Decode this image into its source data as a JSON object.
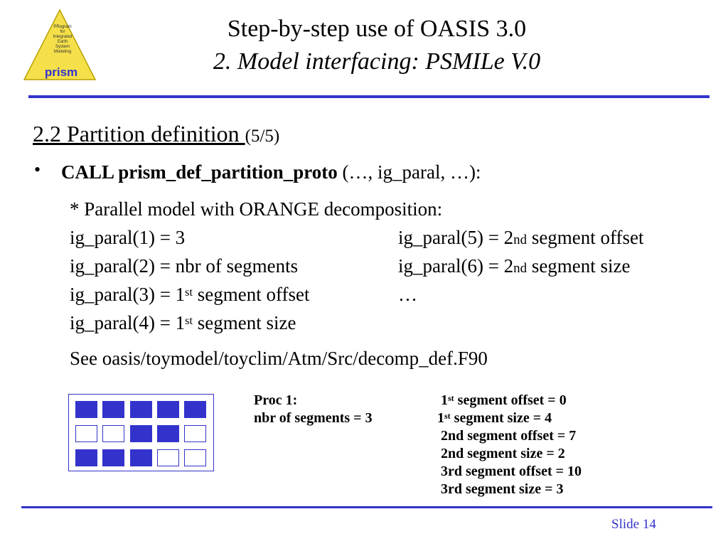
{
  "logo": {
    "label": "prism",
    "lines": [
      "PRogram",
      "for",
      "Integrated",
      "Earth",
      "System",
      "Modeling"
    ]
  },
  "header": {
    "title": "Step-by-step use of OASIS 3.0",
    "subtitle": "2. Model interfacing: PSMILe V.0"
  },
  "section": {
    "heading": "2.2 Partition definition ",
    "page_indicator": "(5/5)"
  },
  "bullet": {
    "marker": "•",
    "call_keyword": "CALL prism_def_partition_proto",
    "call_args": " (…, ig_paral, …):"
  },
  "body": {
    "intro": "* Parallel model with ORANGE decomposition:",
    "left": [
      {
        "pre": "ig_paral(1) = 3",
        "sup": "",
        "post": ""
      },
      {
        "pre": "ig_paral(2) = nbr of segments",
        "sup": "",
        "post": ""
      },
      {
        "pre": "ig_paral(3) = 1",
        "sup": "st",
        "post": " segment offset"
      },
      {
        "pre": "ig_paral(4) = 1",
        "sup": "st",
        "post": " segment size"
      }
    ],
    "right": [
      {
        "pre": "ig_paral(5) = 2",
        "nd": "nd",
        "post": " segment offset"
      },
      {
        "pre": "ig_paral(6) = 2",
        "nd": "nd",
        "post": " segment size"
      },
      {
        "pre": "…",
        "nd": "",
        "post": ""
      }
    ],
    "see": "See oasis/toymodel/toyclim/Atm/Src/decomp_def.F90"
  },
  "grid": {
    "rows": [
      [
        true,
        true,
        true,
        true,
        true
      ],
      [
        false,
        false,
        true,
        true,
        false
      ],
      [
        true,
        true,
        true,
        false,
        false
      ]
    ],
    "fill_color": "#3333cc"
  },
  "proc_info": {
    "proc": "Proc 1:",
    "nbr": "nbr of segments = 3",
    "details": [
      {
        "pre": "1",
        "sup": "st",
        "post": " segment offset = 0"
      },
      {
        "pre": "1",
        "sup": "st",
        "post": " segment size = 4"
      },
      {
        "pre": "2nd segment offset = 7",
        "sup": "",
        "post": ""
      },
      {
        "pre": "2nd segment size = 2",
        "sup": "",
        "post": ""
      },
      {
        "pre": "3rd segment offset = 10",
        "sup": "",
        "post": ""
      },
      {
        "pre": "3rd segment size = 3",
        "sup": "",
        "post": ""
      }
    ]
  },
  "footer": {
    "slide_label": "Slide",
    "slide_number": "14"
  },
  "colors": {
    "accent": "#3333cc",
    "logo_fill": "#f5e04a"
  }
}
